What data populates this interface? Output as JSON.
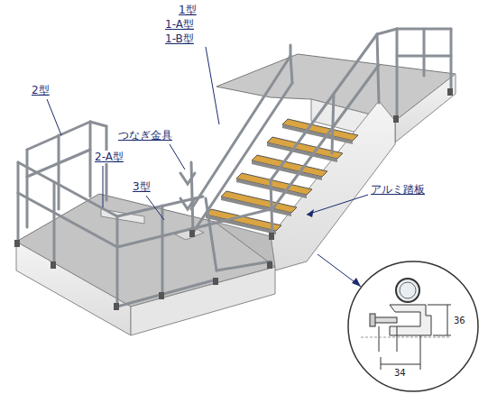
{
  "diagram": {
    "labels": [
      "1型",
      "1-A型",
      "1-B型",
      "2型",
      "つなぎ金具",
      "2-A型",
      "3型",
      "アルミ踏板",
      "36",
      "34"
    ]
  }
}
